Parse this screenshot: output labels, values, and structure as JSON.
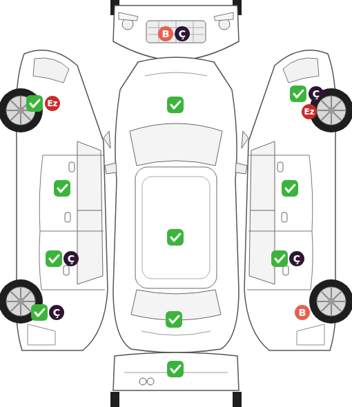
{
  "diagram": {
    "nodes": [
      {
        "text": [
          "B"
        ]
      },
      {
        "text": [
          "Ç"
        ]
      },
      {
        "text": [
          "Ç"
        ]
      },
      {
        "text": [
          "Ez"
        ]
      },
      {
        "text": [
          "Ez"
        ]
      },
      {
        "text": [
          "Ç"
        ]
      },
      {
        "text": [
          "Ç"
        ]
      },
      {
        "text": [
          "Ç"
        ]
      },
      {
        "text": [
          "B"
        ]
      }
    ]
  }
}
